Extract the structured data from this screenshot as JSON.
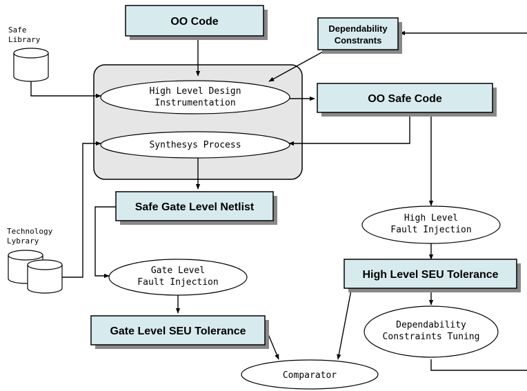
{
  "safe_library": {
    "line1": "Safe",
    "line2": "Library"
  },
  "technology_library": {
    "line1": "Technology",
    "line2": "Lybrary"
  },
  "oo_code": "OO Code",
  "dependability_constraints": {
    "line1": "Dependability",
    "line2": "Constrants"
  },
  "high_level_design": {
    "line1": "High Level Design",
    "line2": "Instrumentation"
  },
  "synthesis_process": "Synthesys Process",
  "oo_safe_code": "OO Safe Code",
  "safe_gate_level_netlist": "Safe Gate Level Netlist",
  "high_level_fault_injection": {
    "line1": "High Level",
    "line2": "Fault Injection"
  },
  "gate_level_fault_injection": {
    "line1": "Gate Level",
    "line2": "Fault Injection"
  },
  "high_level_seu_tolerance": "High Level SEU Tolerance",
  "gate_level_seu_tolerance": "Gate Level SEU Tolerance",
  "dependability_constraints_tuning": {
    "line1": "Dependability",
    "line2": "Constraints Tuning"
  },
  "comparator": "Comparator"
}
